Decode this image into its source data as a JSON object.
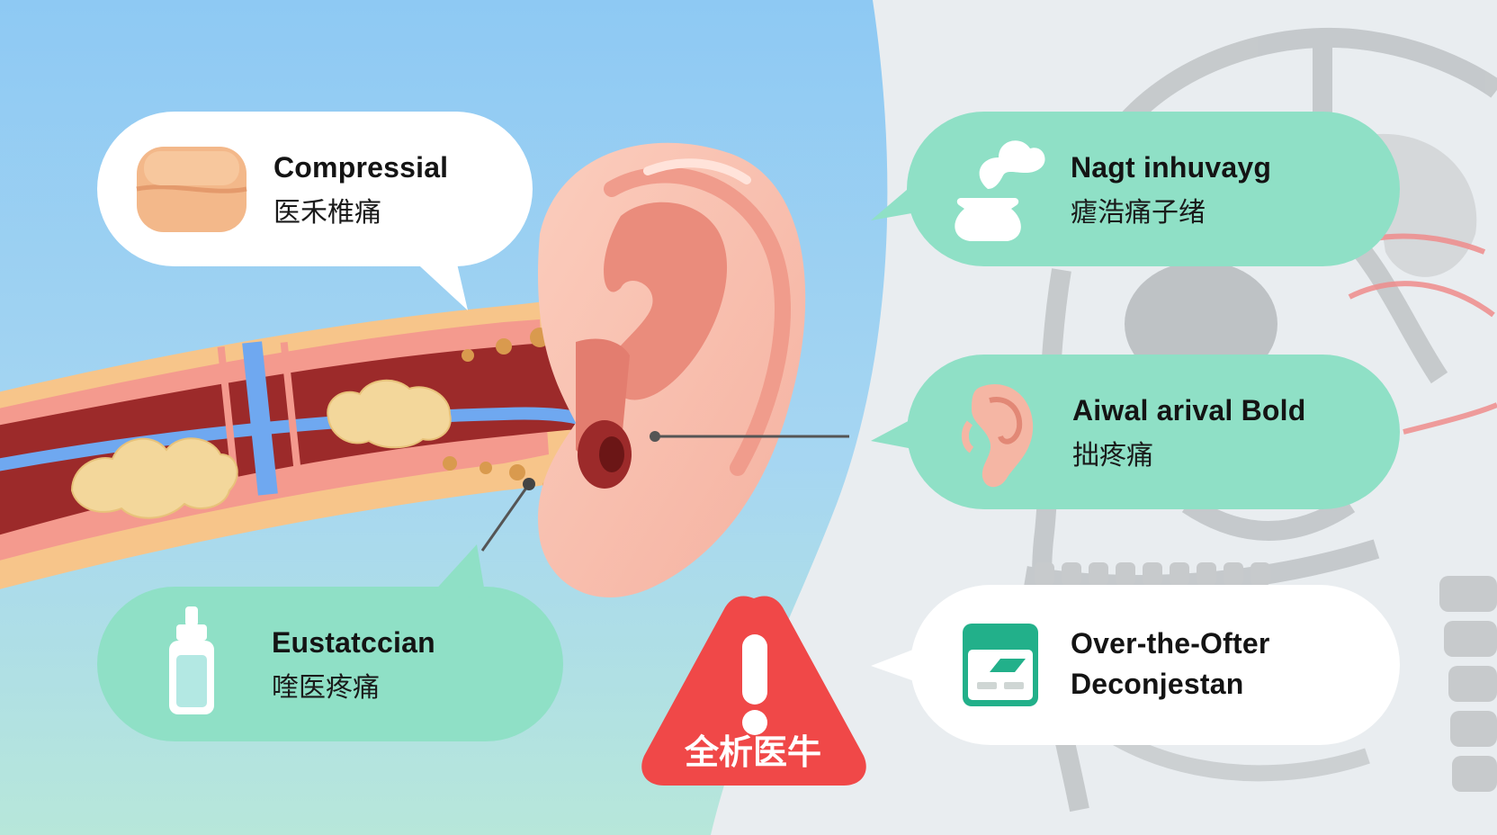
{
  "callouts": [
    {
      "id": "compress",
      "line1": "Compressial",
      "line2": "医禾椎痛",
      "icon": "warm-compress-pad-icon"
    },
    {
      "id": "nasal",
      "line1": "Nagt inhuvayg",
      "line2": "瘧浩痛子绪",
      "icon": "steam-inhaler-icon"
    },
    {
      "id": "ear",
      "line1": "Aiwal arival Bold",
      "line2": "拙疼痛",
      "icon": "ear-icon"
    },
    {
      "id": "eustachian",
      "line1": "Eustatccian",
      "line2": "喹医疼痛",
      "icon": "nasal-spray-bottle-icon"
    },
    {
      "id": "decongestant",
      "line1": "Over-the-Ofter",
      "line2": "Deconjestan",
      "icon": "medicine-box-icon"
    }
  ],
  "warning": {
    "label": "全析医牛",
    "icon": "warning-triangle-icon"
  },
  "colors": {
    "sky": "#8ec9f3",
    "mint": "#8fe0c6",
    "white_bubble": "#ffffff",
    "skin": "#f7b8a8",
    "skin_dark": "#e88a78",
    "warning_red": "#f04848",
    "vessel_red": "#9c2a2a",
    "vein_blue": "#6fa8f0",
    "fat_yellow": "#f5dca0"
  }
}
